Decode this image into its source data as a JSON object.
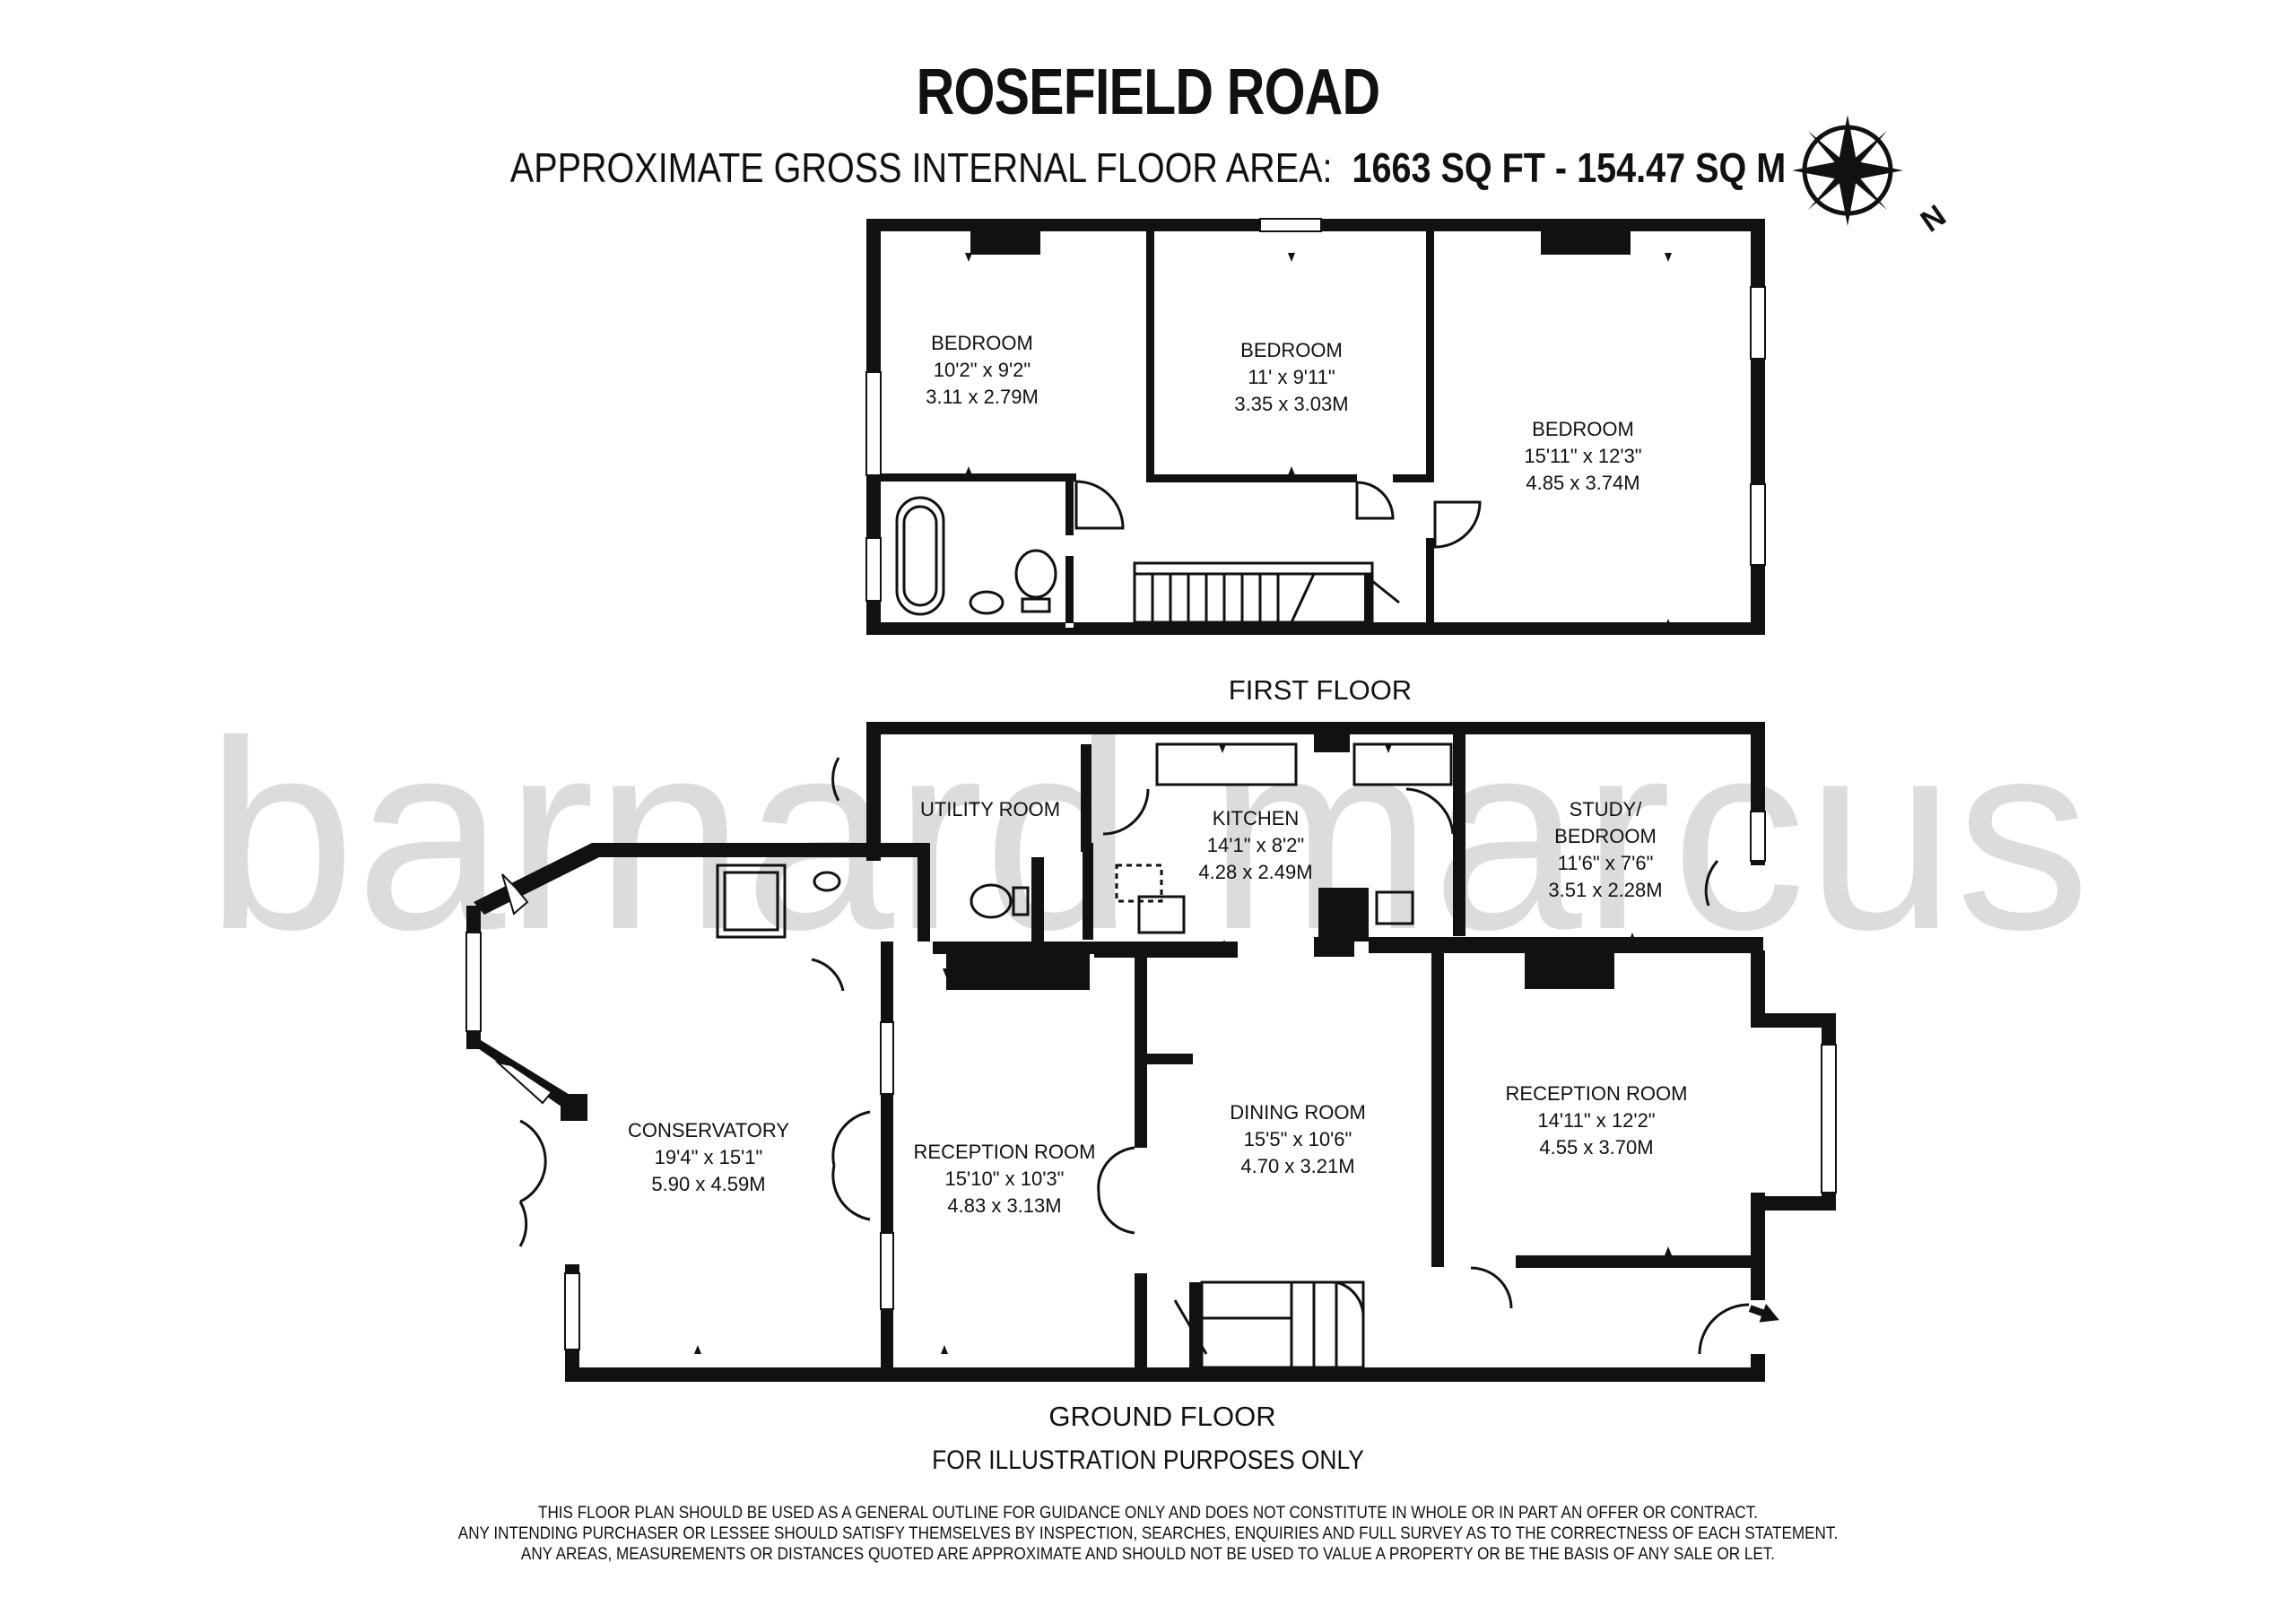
{
  "header": {
    "title": "ROSEFIELD ROAD",
    "area_prefix": "APPROXIMATE GROSS INTERNAL FLOOR AREA:",
    "area_value": "1663 SQ FT  -  154.47 SQ M"
  },
  "watermark": "barnard marcus",
  "compass": {
    "north_label": "N"
  },
  "first_floor": {
    "label": "FIRST FLOOR",
    "rooms": [
      {
        "name": "BEDROOM",
        "imperial": "10'2\" x 9'2\"",
        "metric": "3.11 x 2.79M"
      },
      {
        "name": "BEDROOM",
        "imperial": "11' x 9'11\"",
        "metric": "3.35 x 3.03M"
      },
      {
        "name": "BEDROOM",
        "imperial": "15'11\" x 12'3\"",
        "metric": "4.85 x 3.74M"
      }
    ]
  },
  "ground_floor": {
    "label": "GROUND FLOOR",
    "rooms": [
      {
        "name": "UTILITY ROOM"
      },
      {
        "name": "KITCHEN",
        "imperial": "14'1\" x 8'2\"",
        "metric": "4.28 x 2.49M"
      },
      {
        "name": "STUDY/",
        "name2": "BEDROOM",
        "imperial": "11'6\" x 7'6\"",
        "metric": "3.51 x 2.28M"
      },
      {
        "name": "CONSERVATORY",
        "imperial": "19'4\" x 15'1\"",
        "metric": "5.90 x 4.59M"
      },
      {
        "name": "RECEPTION ROOM",
        "imperial": "15'10\" x 10'3\"",
        "metric": "4.83 x 3.13M"
      },
      {
        "name": "DINING ROOM",
        "imperial": "15'5\" x 10'6\"",
        "metric": "4.70 x 3.21M"
      },
      {
        "name": "RECEPTION ROOM",
        "imperial": "14'11\" x 12'2\"",
        "metric": "4.55 x 3.70M"
      }
    ]
  },
  "footer": {
    "illustration_note": "FOR ILLUSTRATION PURPOSES ONLY",
    "disclaimer": [
      "THIS FLOOR PLAN SHOULD BE USED AS A GENERAL OUTLINE FOR GUIDANCE ONLY AND DOES NOT CONSTITUTE IN WHOLE OR IN PART AN OFFER OR CONTRACT.",
      "ANY INTENDING PURCHASER OR LESSEE SHOULD SATISFY THEMSELVES BY INSPECTION, SEARCHES, ENQUIRIES AND FULL SURVEY AS TO THE CORRECTNESS OF EACH STATEMENT.",
      "ANY AREAS, MEASUREMENTS OR DISTANCES QUOTED ARE APPROXIMATE AND SHOULD NOT BE USED TO VALUE A PROPERTY OR BE THE BASIS OF ANY SALE OR LET."
    ]
  }
}
